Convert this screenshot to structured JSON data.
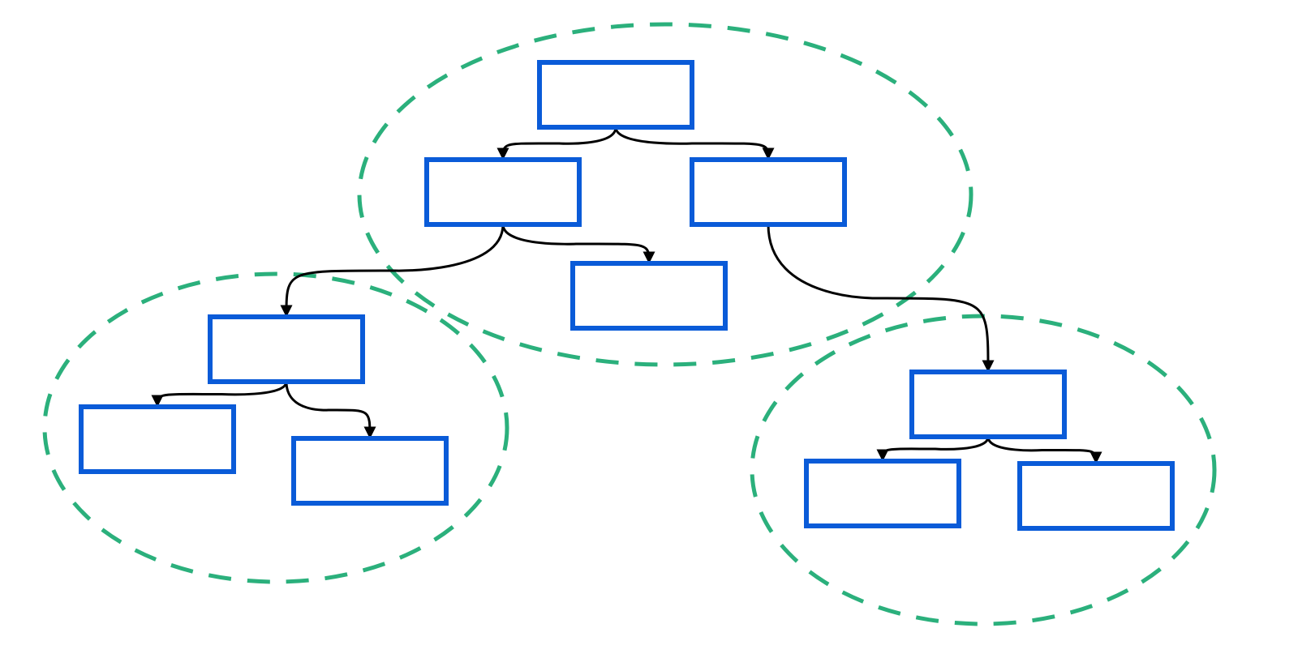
{
  "diagram": {
    "colors": {
      "node_stroke": "#0a5bd8",
      "group_stroke": "#2bb07c",
      "edge_stroke": "#000000",
      "background": "#ffffff"
    },
    "groups": [
      {
        "id": "group-top"
      },
      {
        "id": "group-left"
      },
      {
        "id": "group-right"
      }
    ],
    "nodes": [
      {
        "id": "root",
        "label": ""
      },
      {
        "id": "left-child",
        "label": ""
      },
      {
        "id": "right-child",
        "label": ""
      },
      {
        "id": "middle-leaf",
        "label": ""
      },
      {
        "id": "left-subtree-root",
        "label": ""
      },
      {
        "id": "left-subtree-left",
        "label": ""
      },
      {
        "id": "left-subtree-right",
        "label": ""
      },
      {
        "id": "right-subtree-root",
        "label": ""
      },
      {
        "id": "right-subtree-left",
        "label": ""
      },
      {
        "id": "right-subtree-right",
        "label": ""
      }
    ],
    "edges": [
      {
        "from": "root",
        "to": "left-child"
      },
      {
        "from": "root",
        "to": "right-child"
      },
      {
        "from": "left-child",
        "to": "left-subtree-root"
      },
      {
        "from": "left-child",
        "to": "middle-leaf"
      },
      {
        "from": "right-child",
        "to": "right-subtree-root"
      },
      {
        "from": "left-subtree-root",
        "to": "left-subtree-left"
      },
      {
        "from": "left-subtree-root",
        "to": "left-subtree-right"
      },
      {
        "from": "right-subtree-root",
        "to": "right-subtree-left"
      },
      {
        "from": "right-subtree-root",
        "to": "right-subtree-right"
      }
    ]
  }
}
